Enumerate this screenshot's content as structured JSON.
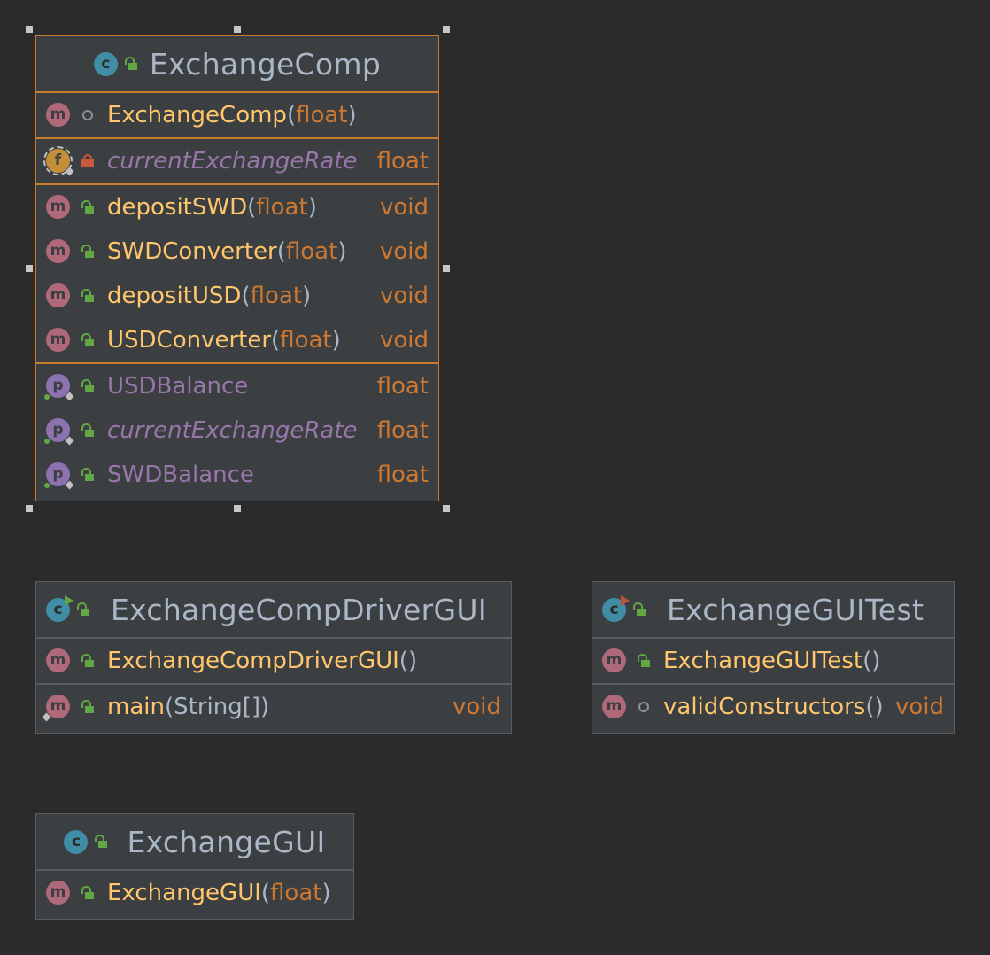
{
  "colors": {
    "background": "#2b2b2b",
    "box": "#3c3f41",
    "border": "#5a5d60",
    "selected_border": "#c97c2e",
    "method": "#ffc66d",
    "type": "#cc7832",
    "field": "#9876aa",
    "text": "#a9b7c6"
  },
  "classes": {
    "exchange_comp": {
      "name": "ExchangeComp",
      "constructor": {
        "name": "ExchangeComp",
        "open": "(",
        "param": "float",
        "close": ")"
      },
      "field": {
        "name": "currentExchangeRate",
        "type": "float"
      },
      "methods": [
        {
          "name": "depositSWD",
          "open": "(",
          "param": "float",
          "close": ")",
          "type": "void"
        },
        {
          "name": "SWDConverter",
          "open": "(",
          "param": "float",
          "close": ")",
          "type": "void"
        },
        {
          "name": "depositUSD",
          "open": "(",
          "param": "float",
          "close": ")",
          "type": "void"
        },
        {
          "name": "USDConverter",
          "open": "(",
          "param": "float",
          "close": ")",
          "type": "void"
        }
      ],
      "properties": [
        {
          "name": "USDBalance",
          "type": "float"
        },
        {
          "name": "currentExchangeRate",
          "type": "float"
        },
        {
          "name": "SWDBalance",
          "type": "float"
        }
      ]
    },
    "driver_gui": {
      "name": "ExchangeCompDriverGUI",
      "constructor": {
        "name": "ExchangeCompDriverGUI",
        "parens": "()"
      },
      "main": {
        "name": "main",
        "open": "(",
        "param": "String[]",
        "close": ")",
        "type": "void"
      }
    },
    "gui_test": {
      "name": "ExchangeGUITest",
      "constructor": {
        "name": "ExchangeGUITest",
        "parens": "()"
      },
      "method": {
        "name": "validConstructors",
        "parens": "()",
        "type": "void"
      }
    },
    "exchange_gui": {
      "name": "ExchangeGUI",
      "constructor": {
        "name": "ExchangeGUI",
        "open": "(",
        "param": "float",
        "close": ")"
      }
    }
  }
}
